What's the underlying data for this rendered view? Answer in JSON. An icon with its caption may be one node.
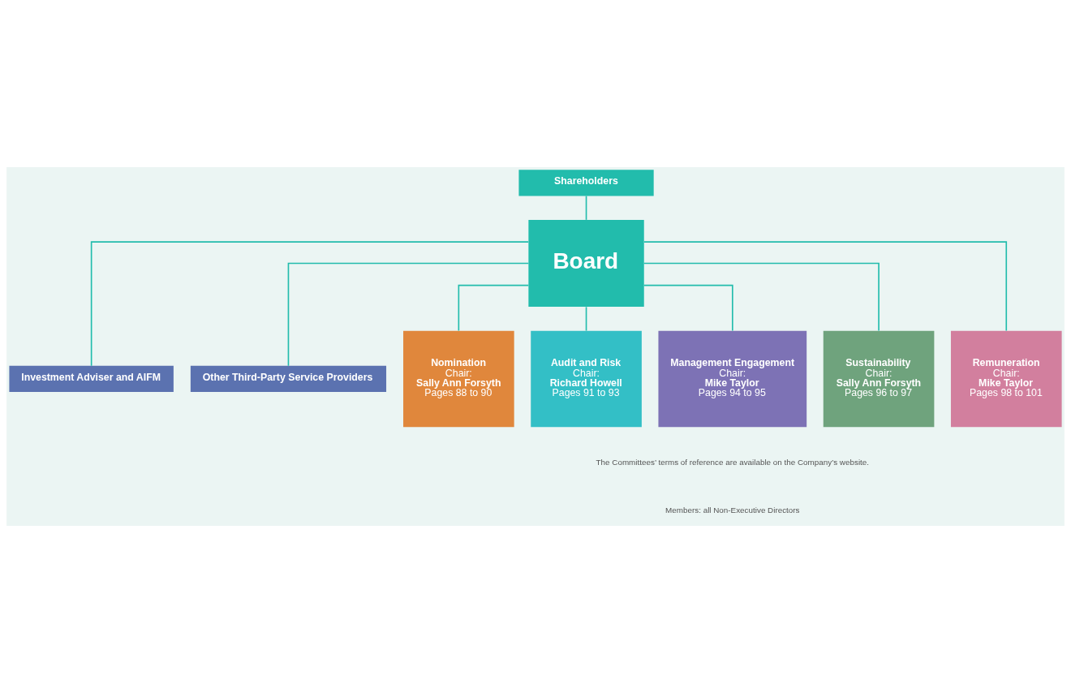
{
  "diagram": {
    "nodes": [
      {
        "text": [
          "Shareholders"
        ]
      },
      {
        "text": [
          "Board"
        ]
      },
      {
        "text": [
          "Investment Adviser and AIFM"
        ]
      },
      {
        "text": [
          "Other Third-Party Service Providers"
        ]
      },
      {
        "text": [
          "Nomination",
          "Chair:",
          "Sally Ann Forsyth",
          "Pages 88 to 90"
        ]
      },
      {
        "text": [
          "Audit and Risk",
          "Chair:",
          "Richard Howell",
          "Pages 91 to 93"
        ]
      },
      {
        "text": [
          "Management Engagement",
          "Chair:",
          "Mike Taylor",
          "Pages 94 to 95"
        ]
      },
      {
        "text": [
          "Sustainability",
          "Chair:",
          "Sally Ann Forsyth",
          "Pages 96 to 97"
        ]
      },
      {
        "text": [
          "Remuneration",
          "Chair:",
          "Mike Taylor",
          "Pages 98 to 101"
        ]
      }
    ],
    "edges": [
      {
        "from": 0,
        "to": 1,
        "arrow": "none"
      },
      {
        "from": 1,
        "to": 2,
        "arrow": "none"
      },
      {
        "from": 1,
        "to": 3,
        "arrow": "none"
      },
      {
        "from": 1,
        "to": 4,
        "arrow": "none"
      },
      {
        "from": 1,
        "to": 5,
        "arrow": "none"
      },
      {
        "from": 1,
        "to": 6,
        "arrow": "none"
      },
      {
        "from": 1,
        "to": 7,
        "arrow": "none"
      },
      {
        "from": 1,
        "to": 8,
        "arrow": "none"
      }
    ],
    "labels": [
      "The Committees’ terms of reference are available on the Company’s website.",
      "Members: all Non-Executive Directors"
    ]
  }
}
